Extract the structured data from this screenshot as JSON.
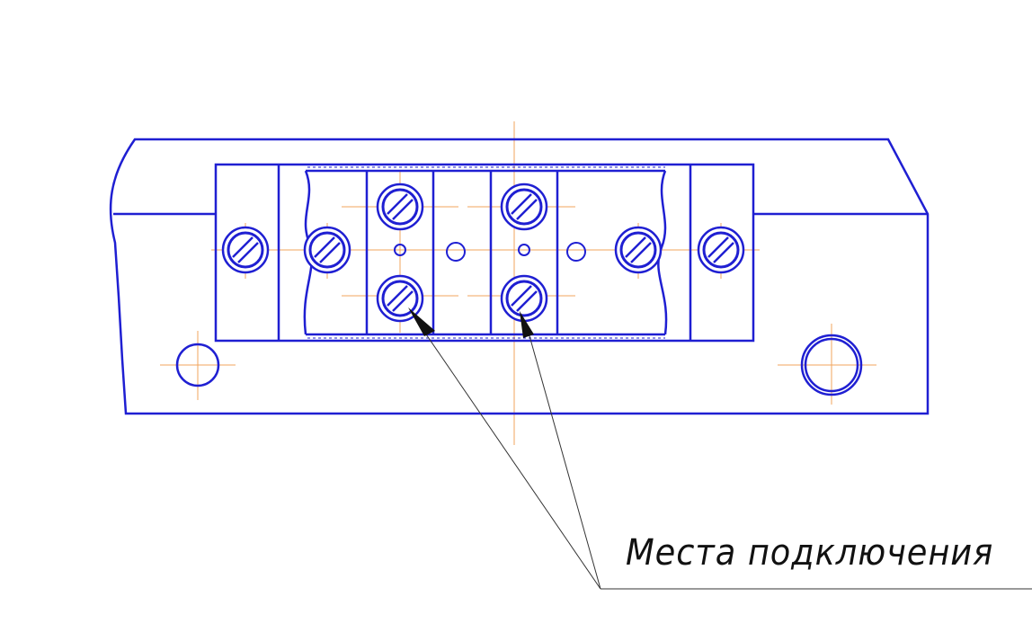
{
  "callout": {
    "text": "Места подключения"
  },
  "colors": {
    "outline": "#1f1fd2",
    "centerline": "#f2a45c",
    "leader": "#333333",
    "background": "#ffffff"
  },
  "drawing": {
    "type": "technical-drawing",
    "subject": "terminal block on mounting bracket",
    "components": [
      "bracket",
      "terminal-block",
      "terminal-screw",
      "small-hole",
      "mounting-hole",
      "leader-arrow",
      "centerline"
    ]
  }
}
